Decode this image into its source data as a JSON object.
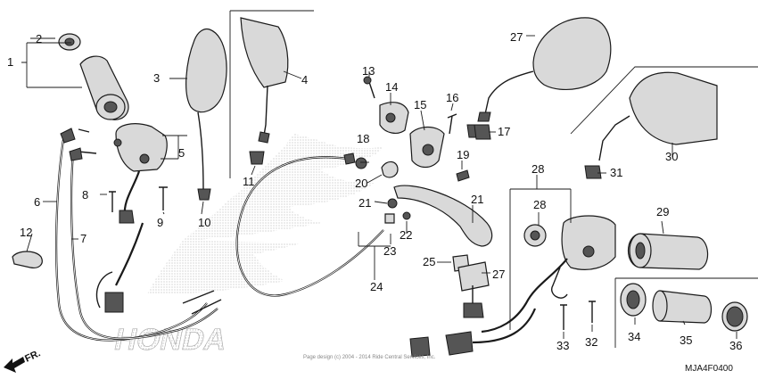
{
  "callouts": [
    "1",
    "2",
    "3",
    "4",
    "5",
    "6",
    "7",
    "8",
    "9",
    "10",
    "11",
    "12",
    "13",
    "14",
    "15",
    "16",
    "17",
    "18",
    "19",
    "20",
    "21",
    "21",
    "22",
    "23",
    "24",
    "25",
    "27",
    "27",
    "28",
    "28",
    "29",
    "30",
    "31",
    "32",
    "33",
    "34",
    "35",
    "36"
  ],
  "diagram_code": "MJA4F0400",
  "direction_label": "FR.",
  "watermark": "HONDA",
  "copyright": "Page design (c) 2004 - 2014 Ride Central Services, Inc."
}
